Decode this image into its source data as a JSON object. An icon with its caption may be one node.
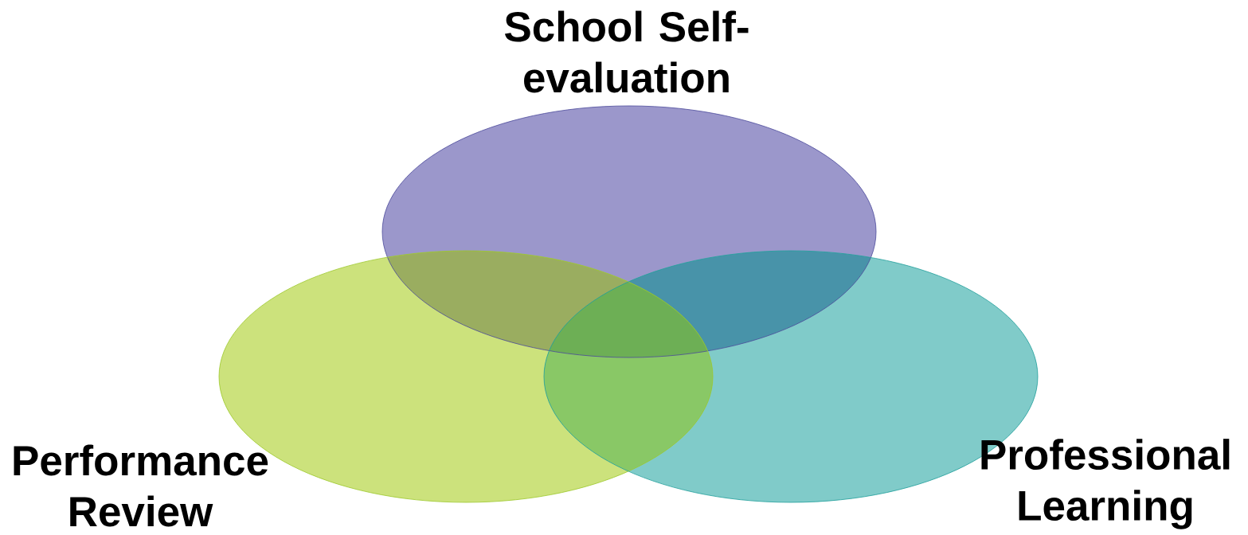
{
  "diagram": {
    "nodes": [
      {
        "text": [
          "School Self-evaluation"
        ]
      },
      {
        "text": [
          "Performance Review"
        ]
      },
      {
        "text": [
          "Professional Learning"
        ]
      }
    ]
  }
}
